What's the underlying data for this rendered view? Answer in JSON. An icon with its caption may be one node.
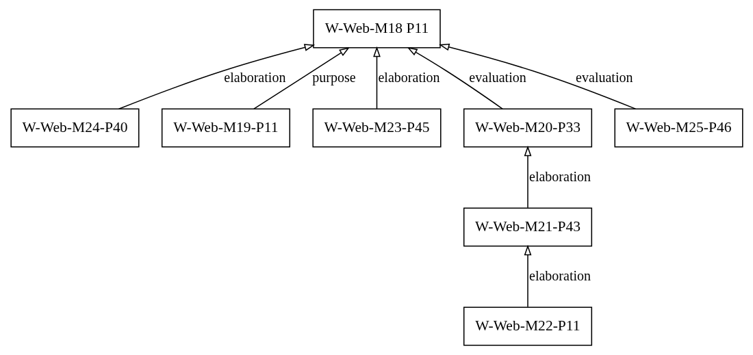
{
  "diagram": {
    "nodes": [
      {
        "text": [
          "W-Web-M18 P11"
        ]
      },
      {
        "text": [
          "W-Web-M24-P40"
        ]
      },
      {
        "text": [
          "W-Web-M19-P11"
        ]
      },
      {
        "text": [
          "W-Web-M23-P45"
        ]
      },
      {
        "text": [
          "W-Web-M20-P33"
        ]
      },
      {
        "text": [
          "W-Web-M25-P46"
        ]
      },
      {
        "text": [
          "W-Web-M21-P43"
        ]
      },
      {
        "text": [
          "W-Web-M22-P11"
        ]
      }
    ],
    "edges": [
      {
        "from": 1,
        "to": 0,
        "arrow": "to",
        "label": "elaboration"
      },
      {
        "from": 2,
        "to": 0,
        "arrow": "to",
        "label": "purpose"
      },
      {
        "from": 3,
        "to": 0,
        "arrow": "to",
        "label": "elaboration"
      },
      {
        "from": 4,
        "to": 0,
        "arrow": "to",
        "label": "evaluation"
      },
      {
        "from": 5,
        "to": 0,
        "arrow": "to",
        "label": "evaluation"
      },
      {
        "from": 6,
        "to": 4,
        "arrow": "to",
        "label": "elaboration"
      },
      {
        "from": 7,
        "to": 6,
        "arrow": "to",
        "label": "elaboration"
      }
    ]
  }
}
